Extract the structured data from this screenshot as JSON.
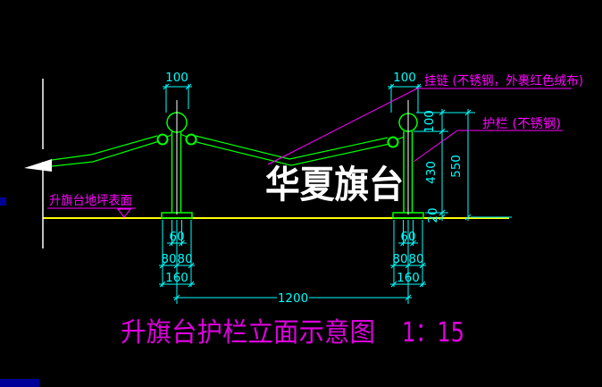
{
  "colors": {
    "background": "#000000",
    "entity_green": "#00ff00",
    "dimension_cyan": "#00ffff",
    "label_magenta": "#ff00ff",
    "title_magenta": "#dd00dd",
    "ground_yellow": "#ffff00",
    "white": "#ffffff",
    "corner_navy": "#000099"
  },
  "annotations": {
    "chain_label": "挂链 (不锈钢，外裹红色绒布)",
    "railing_label": "护栏 (不锈钢)",
    "ground_label": "升旗台地坪表面"
  },
  "watermark": {
    "text": "华夏旗台"
  },
  "title": {
    "text": "升旗台护栏立面示意图",
    "scale": "1：15"
  },
  "dims": {
    "top_width": "100",
    "ball_height": "100",
    "rail_height": "430",
    "plate_thickness": "20",
    "total_height": "550",
    "post_width": "60",
    "half_left": "80",
    "half_right": "80",
    "footing_width": "160",
    "span": "1200"
  }
}
